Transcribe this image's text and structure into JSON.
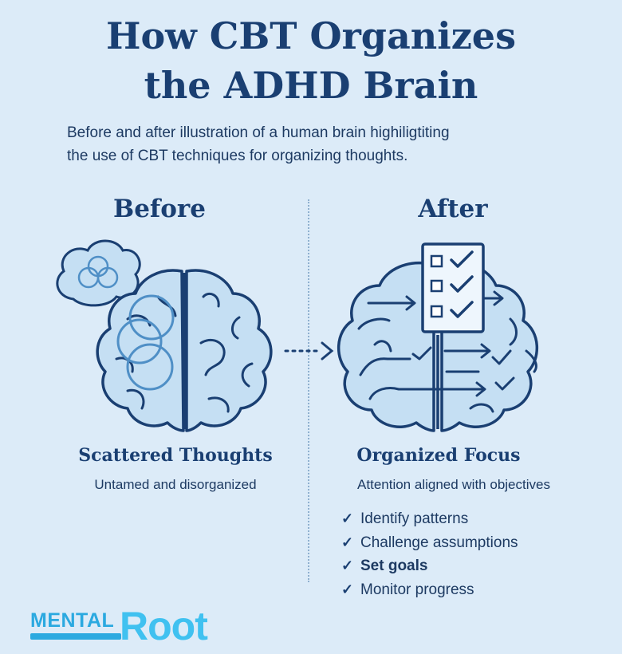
{
  "title_line1": "How CBT Organizes",
  "title_line2": "the ADHD Brain",
  "subtitle_line1": "Before and after illustration of a human brain highiligtiting",
  "subtitle_line2": "the use of CBT techniques for organizing thoughts.",
  "before": {
    "heading": "Before",
    "caption_title": "Scattered Thoughts",
    "caption_sub": "Untamed and disorganized"
  },
  "after": {
    "heading": "After",
    "caption_title": "Organized Focus",
    "caption_sub": "Attention aligned with objectives",
    "checklist": [
      "Identify patterns",
      "Challenge assumptions",
      "Set goals",
      "Monitor progress"
    ]
  },
  "logo": {
    "part1": "MENTAL",
    "part2": "Root"
  },
  "icons": [
    "thought-cloud-icon",
    "brain-icon",
    "arrow-right-icon",
    "clipboard-checklist-icon",
    "check-icon"
  ],
  "colors": {
    "background": "#dcebf8",
    "navy": "#1a3f72",
    "brain_fill": "#c5dff3",
    "circle_blue": "#4f8fc6",
    "logo_blue": "#2ba9e0"
  }
}
